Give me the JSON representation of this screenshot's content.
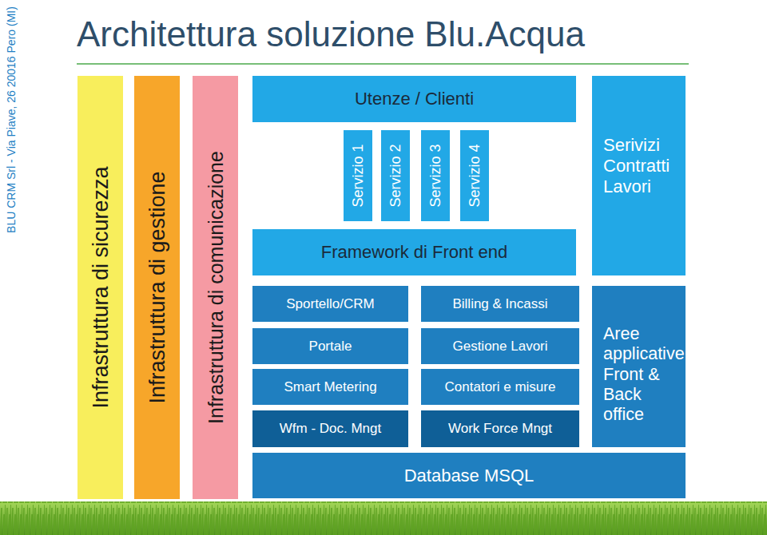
{
  "diagram": {
    "title": "Architettura soluzione Blu.Acqua",
    "nodes": [
      {
        "text": [
          "Infrastruttura di sicurezza"
        ]
      },
      {
        "text": [
          "Infrastruttura di gestione"
        ]
      },
      {
        "text": [
          "Infrastruttura di comunicazione"
        ]
      },
      {
        "text": [
          "Utenze / Clienti"
        ]
      },
      {
        "text": [
          "Servizio 1"
        ]
      },
      {
        "text": [
          "Servizio 2"
        ]
      },
      {
        "text": [
          "Servizio 3"
        ]
      },
      {
        "text": [
          "Servizio 4"
        ]
      },
      {
        "text": [
          "Framework di Front end"
        ]
      },
      {
        "text": [
          "Sportello/CRM"
        ]
      },
      {
        "text": [
          "Billing & Incassi"
        ]
      },
      {
        "text": [
          "Portale"
        ]
      },
      {
        "text": [
          "Gestione Lavori"
        ]
      },
      {
        "text": [
          "Smart Metering"
        ]
      },
      {
        "text": [
          "Contatori e misure"
        ]
      },
      {
        "text": [
          "Wfm - Doc. Mngt"
        ]
      },
      {
        "text": [
          "Work Force Mngt"
        ]
      },
      {
        "text": [
          "Database MSQL"
        ]
      },
      {
        "text": [
          "Serivizi Contratti Lavori"
        ]
      },
      {
        "text": [
          "Aree applicative Front & Back office"
        ]
      }
    ],
    "labels": [
      "BLU CRM Srl - Via Piave, 26  20016 Pero (MI)"
    ]
  }
}
